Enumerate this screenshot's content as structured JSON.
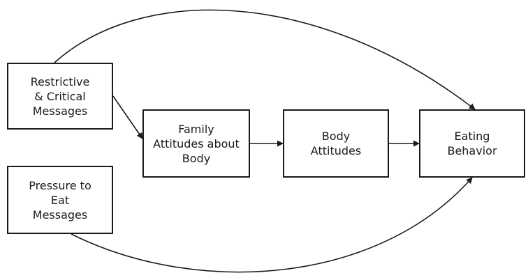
{
  "diagram": {
    "nodes": [
      {
        "id": "restrictive",
        "label": "Restrictive\n& Critical\nMessages"
      },
      {
        "id": "pressure",
        "label": "Pressure to\nEat\nMessages"
      },
      {
        "id": "family",
        "label": "Family\nAttitudes about\nBody"
      },
      {
        "id": "body",
        "label": "Body\nAttitudes"
      },
      {
        "id": "eating",
        "label": "Eating\nBehavior"
      }
    ],
    "edges": [
      {
        "from": "restrictive",
        "to": "family"
      },
      {
        "from": "family",
        "to": "body"
      },
      {
        "from": "body",
        "to": "eating"
      },
      {
        "from": "restrictive",
        "to": "eating"
      },
      {
        "from": "pressure",
        "to": "eating"
      }
    ],
    "colors": {
      "stroke": "#1a1a1a",
      "background": "#ffffff"
    }
  }
}
